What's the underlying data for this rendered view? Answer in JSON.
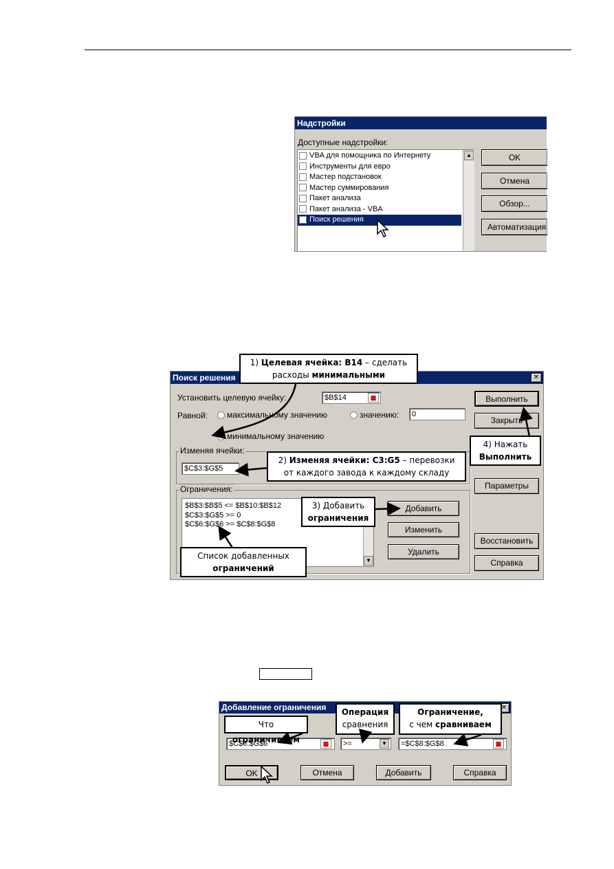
{
  "addins": {
    "title": "Надстройки",
    "available_label": "Доступные надстройки:",
    "items": [
      {
        "label": "VBA для помощника по Интернету",
        "checked": false
      },
      {
        "label": "Инструменты для евро",
        "checked": false
      },
      {
        "label": "Мастер подстановок",
        "checked": false
      },
      {
        "label": "Мастер суммирования",
        "checked": false
      },
      {
        "label": "Пакет анализа",
        "checked": false
      },
      {
        "label": "Пакет анализа - VBA",
        "checked": false
      },
      {
        "label": "Поиск решения",
        "checked": true
      }
    ],
    "ok": "OK",
    "cancel": "Отмена",
    "browse": "Обзор...",
    "automation": "Автоматизация"
  },
  "solver": {
    "title": "Поиск решения",
    "target_label": "Установить целевую ячейку:",
    "target_value": "$B$14",
    "equal_label": "Равной:",
    "opt_max": "максимальному значению",
    "opt_value": "значению:",
    "value_field": "0",
    "opt_min": "минимальному значению",
    "changing_label": "Изменяя ячейки:",
    "changing_value": "$C$3:$G$5",
    "constraints_label": "Ограничения:",
    "constraints": [
      "$B$3:$B$5 <= $B$10:$B$12",
      "$C$3:$G$5 >= 0",
      "$C$6:$G$6 >= $C$8:$G$8"
    ],
    "btn_run": "Выполнить",
    "btn_close": "Закрыть",
    "btn_params": "Параметры",
    "btn_add": "Добавить",
    "btn_change": "Изменить",
    "btn_delete": "Удалить",
    "btn_restore": "Восстановить",
    "btn_help": "Справка",
    "close_x": "✕"
  },
  "callouts": {
    "c1_num": "1) ",
    "c1_bold": "Целевая ячейка: B14",
    "c1_rest": " – сделать",
    "c1_line2a": "расходы ",
    "c1_line2b": "минимальными",
    "c2_num": "2) ",
    "c2_bold": "Изменяя ячейки: C3:G5",
    "c2_rest": " – перевозки",
    "c2_line2": "от каждого завода к каждому складу",
    "c3_line1": "3) Добавить",
    "c3_line2": "ограничения",
    "c4_line1": "4) Нажать",
    "c4_line2": "Выполнить",
    "c5_line1": "Список добавленных",
    "c5_line2": "ограничений"
  },
  "constraint_dialog": {
    "title": "Добавление ограничения",
    "cell_value": "$C$6:$G$6",
    "operator": ">=",
    "constraint_value": "=$C$8:$G$8",
    "btn_ok": "OK",
    "btn_cancel": "Отмена",
    "btn_add": "Добавить",
    "btn_help": "Справка",
    "close_x": "✕",
    "callout_a1": "Что ",
    "callout_a2": "ограничиваем",
    "callout_b1": "Операция",
    "callout_b2": "сравнения",
    "callout_c1": "Ограничение,",
    "callout_c2a": "с чем ",
    "callout_c2b": "сравниваем"
  }
}
